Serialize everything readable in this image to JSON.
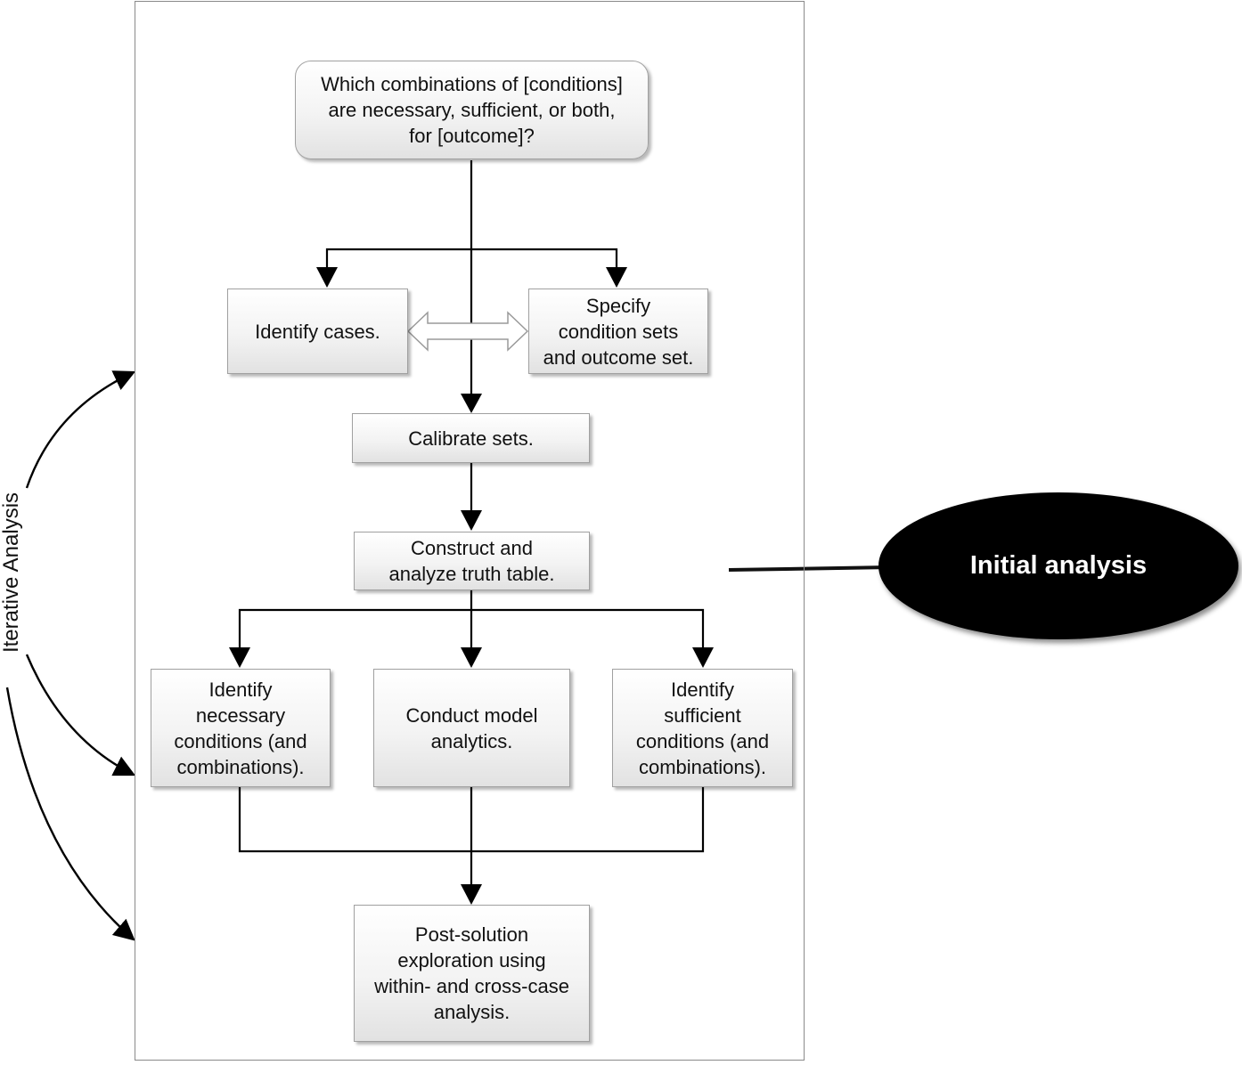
{
  "nodes": {
    "question": "Which combinations of [conditions]\nare necessary, sufficient, or both,\nfor [outcome]?",
    "identify_cases": "Identify cases.",
    "specify_sets": "Specify\ncondition sets\nand outcome set.",
    "calibrate": "Calibrate sets.",
    "truth_table": "Construct  and\nanalyze truth table.",
    "necessary": "Identify\nnecessary\nconditions (and\ncombinations).",
    "model_analytics": "Conduct model\nanalytics.",
    "sufficient": "Identify\nsufficient\nconditions (and\ncombinations).",
    "post_solution": "Post-solution\nexploration using\nwithin- and cross-case\nanalysis."
  },
  "callout": {
    "label": "Initial analysis"
  },
  "side_label": "Iterative Analysis",
  "colors": {
    "ellipse_fill": "#000000",
    "box_border": "#a0a0a0",
    "connector": "#000000"
  }
}
